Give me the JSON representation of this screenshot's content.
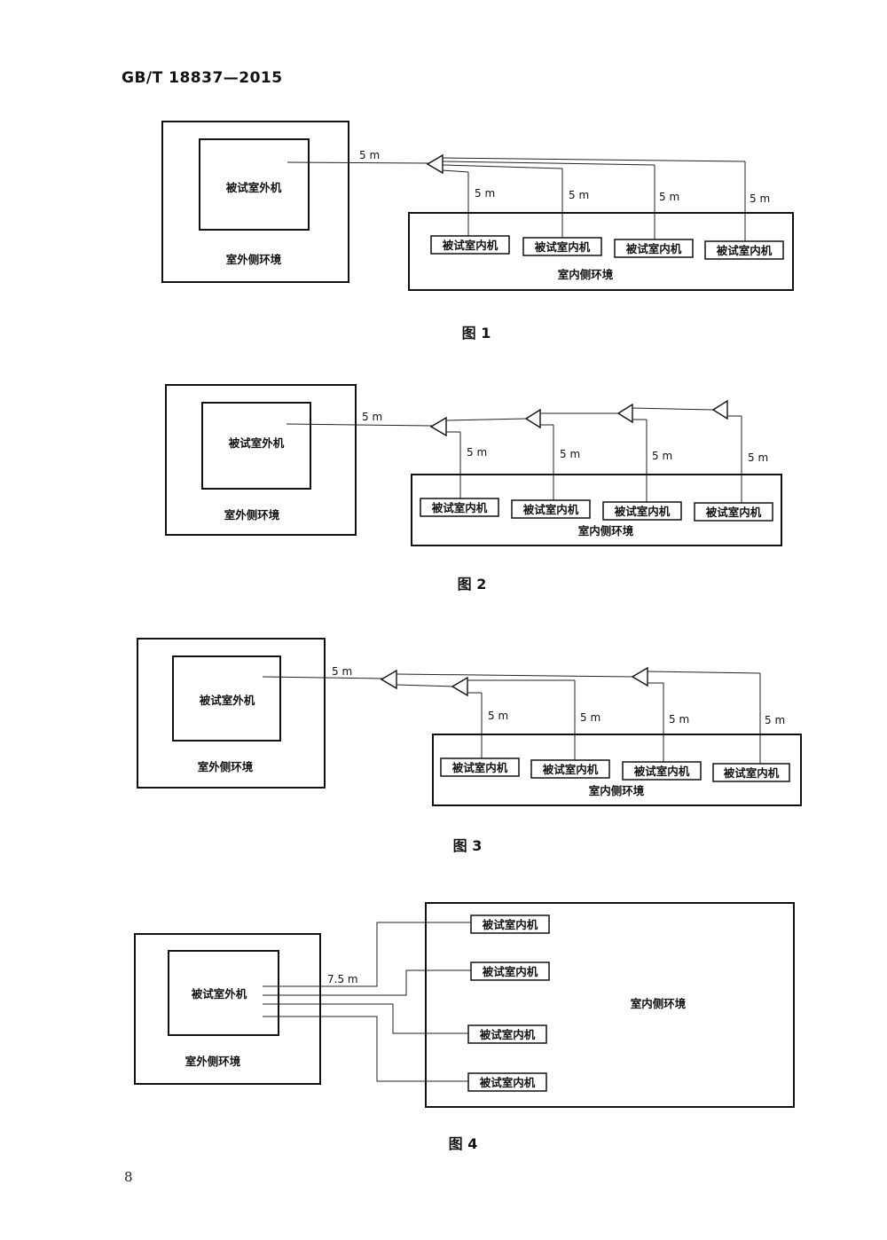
{
  "header": {
    "standard_code": "GB/T  18837—2015"
  },
  "footer": {
    "page_number": "8"
  },
  "labels": {
    "outdoor_unit": "被试室外机",
    "indoor_unit": "被试室内机",
    "outdoor_env": "室外侧环境",
    "indoor_env": "室内侧环境",
    "length_5m": "5 m",
    "length_7_5m": "7.5 m"
  },
  "figures": [
    {
      "caption": "图  1"
    },
    {
      "caption": "图 2"
    },
    {
      "caption": "图  3"
    },
    {
      "caption": "图  4"
    }
  ]
}
